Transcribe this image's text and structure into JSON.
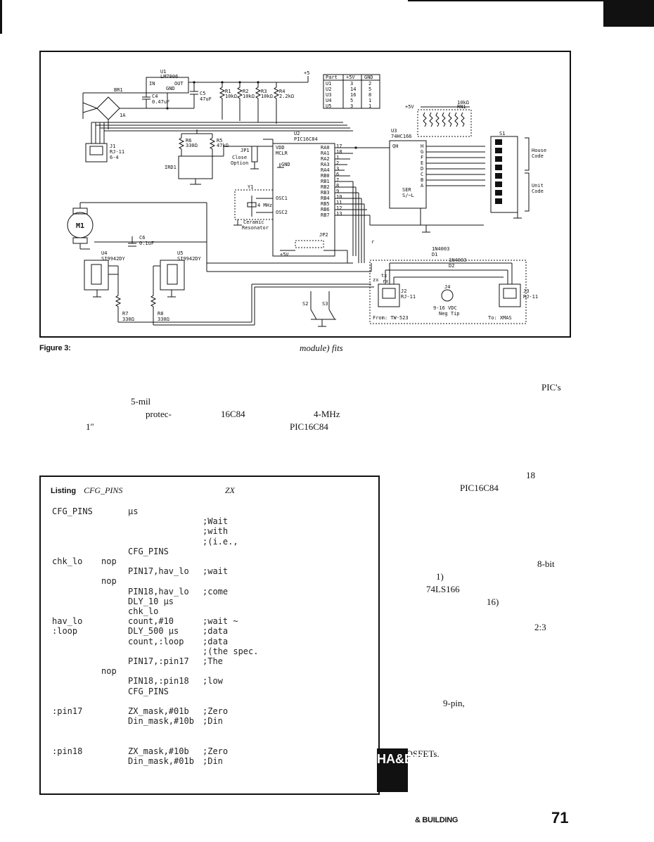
{
  "schematic": {
    "u1_label": "U1",
    "u1_part": "LM7806",
    "u1_in": "IN",
    "u1_gnd": "GND",
    "u1_out": "OUT",
    "plus5_top": "+5",
    "br1": "BR1",
    "br1_rating": "1A",
    "c4": "C4",
    "c4_val": "0.47uF",
    "c5": "C5",
    "c5_val": "47uF",
    "r1": "R1",
    "r1_val": "10kΩ",
    "r2": "R2",
    "r2_val": "10kΩ",
    "r3": "R3",
    "r3_val": "10kΩ",
    "r4": "R4",
    "r4_val": "2.2kΩ",
    "table_headers": [
      "Part",
      "+5V",
      "GND"
    ],
    "table_rows": [
      [
        "U1",
        "3",
        "2"
      ],
      [
        "U2",
        "14",
        "5"
      ],
      [
        "U3",
        "16",
        "8"
      ],
      [
        "U4",
        "5",
        "1"
      ],
      [
        "U5",
        "3",
        "1"
      ]
    ],
    "rn1_val": "10kΩ",
    "rn1": "RN1",
    "plus5v_rn": "+5V",
    "s1": "S1",
    "house_code": "House",
    "house_code2": "Code",
    "unit_code": "Unit",
    "unit_code2": "Code",
    "j1": "J1",
    "j1_type": "RJ-11",
    "j1_sub": "6-4",
    "r6": "R6",
    "r6_val": "330Ω",
    "r5": "R5",
    "r5_val": "47kΩ",
    "ird1": "IRD1",
    "jp1": "JP1",
    "close_option": "Close",
    "close_option2": "Option",
    "u2": "U2",
    "u2_part": "PIC16C84",
    "vdd": "VDD",
    "mclr": "MCLR",
    "gnd_u2": "GND",
    "ra_pins": [
      "RA0",
      "RA1",
      "RA2",
      "RA3",
      "RA4"
    ],
    "rb_pins": [
      "RB0",
      "RB1",
      "RB2",
      "RB3",
      "RB4",
      "RB5",
      "RB6",
      "RB7"
    ],
    "pin_nums": [
      "17",
      "18",
      "1",
      "2",
      "3",
      "6",
      "7",
      "8",
      "9",
      "10",
      "11",
      "12",
      "13"
    ],
    "osc1": "OSC1",
    "osc2": "OSC2",
    "y1": "Y1",
    "mhz": "4 MHz",
    "ceramic": "Ceramic",
    "resonator": "Resonator",
    "u3": "U3",
    "u3_part": "74HC166",
    "qh": "QH",
    "abc_pins": [
      "H",
      "G",
      "F",
      "E",
      "D",
      "C",
      "B",
      "A"
    ],
    "ser": "SER",
    "s_ld": "S/~L",
    "m1": "M1",
    "c6": "C6",
    "c6_val": "0.1uF",
    "u4": "U4",
    "u4_part": "SI9942DY",
    "u5": "U5",
    "u5_part": "SI9942DY",
    "jp2": "JP2",
    "plus5v_jp2": "+5V",
    "r7": "R7",
    "r7_val": "330Ω",
    "r8": "R8",
    "r8_val": "330Ω",
    "s2": "S2",
    "s3": "S3",
    "d1_part": "1N4003",
    "d1": "D1",
    "d2_part": "1N4003",
    "d2": "D2",
    "zx": "zx",
    "tx": "tx",
    "rx": "rx",
    "j2": "J2",
    "j2_type": "RJ-11",
    "j4": "J4",
    "vdc": "9-16 VDC",
    "neg_tip": "Neg Tip",
    "j3": "J3",
    "j3_type": "RJ-11",
    "from_tw": "From: TW-523",
    "to_xmas": "To: XMAS",
    "r_small": "r"
  },
  "caption": {
    "figure": "Figure 3:",
    "tail": "module) fits"
  },
  "fragments": {
    "pics": "PIC's",
    "fivemil": "5-mil",
    "protec": "protec-",
    "c84": "16C84",
    "mhz4": "4-MHz",
    "inch1": "1″",
    "pic16c84a": "PIC16C84",
    "n18": "18",
    "pic16c84b": "PIC16C84",
    "eightbit": "8-bit",
    "one": "1)",
    "ls166": "74LS166",
    "sixteen": "16)",
    "ratio": "2:3",
    "ninepin": "9-pin,",
    "mosfets": "MOSFETs."
  },
  "listing": {
    "label": "Listing",
    "name": "CFG_PINS",
    "zx": "ZX",
    "lines": [
      {
        "c1": "CFG_PINS",
        "c2": "",
        "c3": "µs",
        "c4": ""
      },
      {
        "c1": "",
        "c2": "",
        "c3": "",
        "c4": ";Wait"
      },
      {
        "c1": "",
        "c2": "",
        "c3": "",
        "c4": ";with"
      },
      {
        "c1": "",
        "c2": "",
        "c3": "",
        "c4": ";(i.e.,"
      },
      {
        "c1": "",
        "c2": "",
        "c3": "CFG_PINS",
        "c4": ""
      },
      {
        "c1": "chk_lo",
        "c2": "nop",
        "c3": "",
        "c4": ""
      },
      {
        "c1": "",
        "c2": "",
        "c3": "PIN17,hav_lo",
        "c4": ";wait"
      },
      {
        "c1": "",
        "c2": "nop",
        "c3": "",
        "c4": ""
      },
      {
        "c1": "",
        "c2": "",
        "c3": "PIN18,hav_lo",
        "c4": ";come"
      },
      {
        "c1": "",
        "c2": "",
        "c3": "DLY_10 µs",
        "c4": ""
      },
      {
        "c1": "",
        "c2": "",
        "c3": "chk_lo",
        "c4": ""
      },
      {
        "c1": "hav_lo",
        "c2": "",
        "c3": "count,#10",
        "c4": ";wait ~"
      },
      {
        "c1": ":loop",
        "c2": "",
        "c3": "DLY_500 µs",
        "c4": ";data"
      },
      {
        "c1": "",
        "c2": "",
        "c3": "count,:loop",
        "c4": ";data"
      },
      {
        "c1": "",
        "c2": "",
        "c3": "",
        "c4": ";(the spec."
      },
      {
        "c1": "",
        "c2": "",
        "c3": "PIN17,:pin17",
        "c4": ";The"
      },
      {
        "c1": "",
        "c2": "nop",
        "c3": "",
        "c4": ""
      },
      {
        "c1": "",
        "c2": "",
        "c3": "PIN18,:pin18",
        "c4": ";low"
      },
      {
        "c1": "",
        "c2": "",
        "c3": "CFG_PINS",
        "c4": ""
      },
      {
        "c1": "",
        "c2": "",
        "c3": "",
        "c4": ""
      },
      {
        "c1": ":pin17",
        "c2": "",
        "c3": "ZX_mask,#01b",
        "c4": ";Zero"
      },
      {
        "c1": "",
        "c2": "",
        "c3": "Din_mask,#10b",
        "c4": ";Din"
      },
      {
        "c1": "",
        "c2": "",
        "c3": "",
        "c4": ""
      },
      {
        "c1": "",
        "c2": "",
        "c3": "",
        "c4": ""
      },
      {
        "c1": ":pin18",
        "c2": "",
        "c3": "ZX_mask,#10b",
        "c4": ";Zero"
      },
      {
        "c1": "",
        "c2": "",
        "c3": "Din_mask,#01b",
        "c4": ";Din"
      }
    ]
  },
  "logo_text": "HA&BC",
  "footer": {
    "left": "& BUILDING",
    "page": "71"
  }
}
